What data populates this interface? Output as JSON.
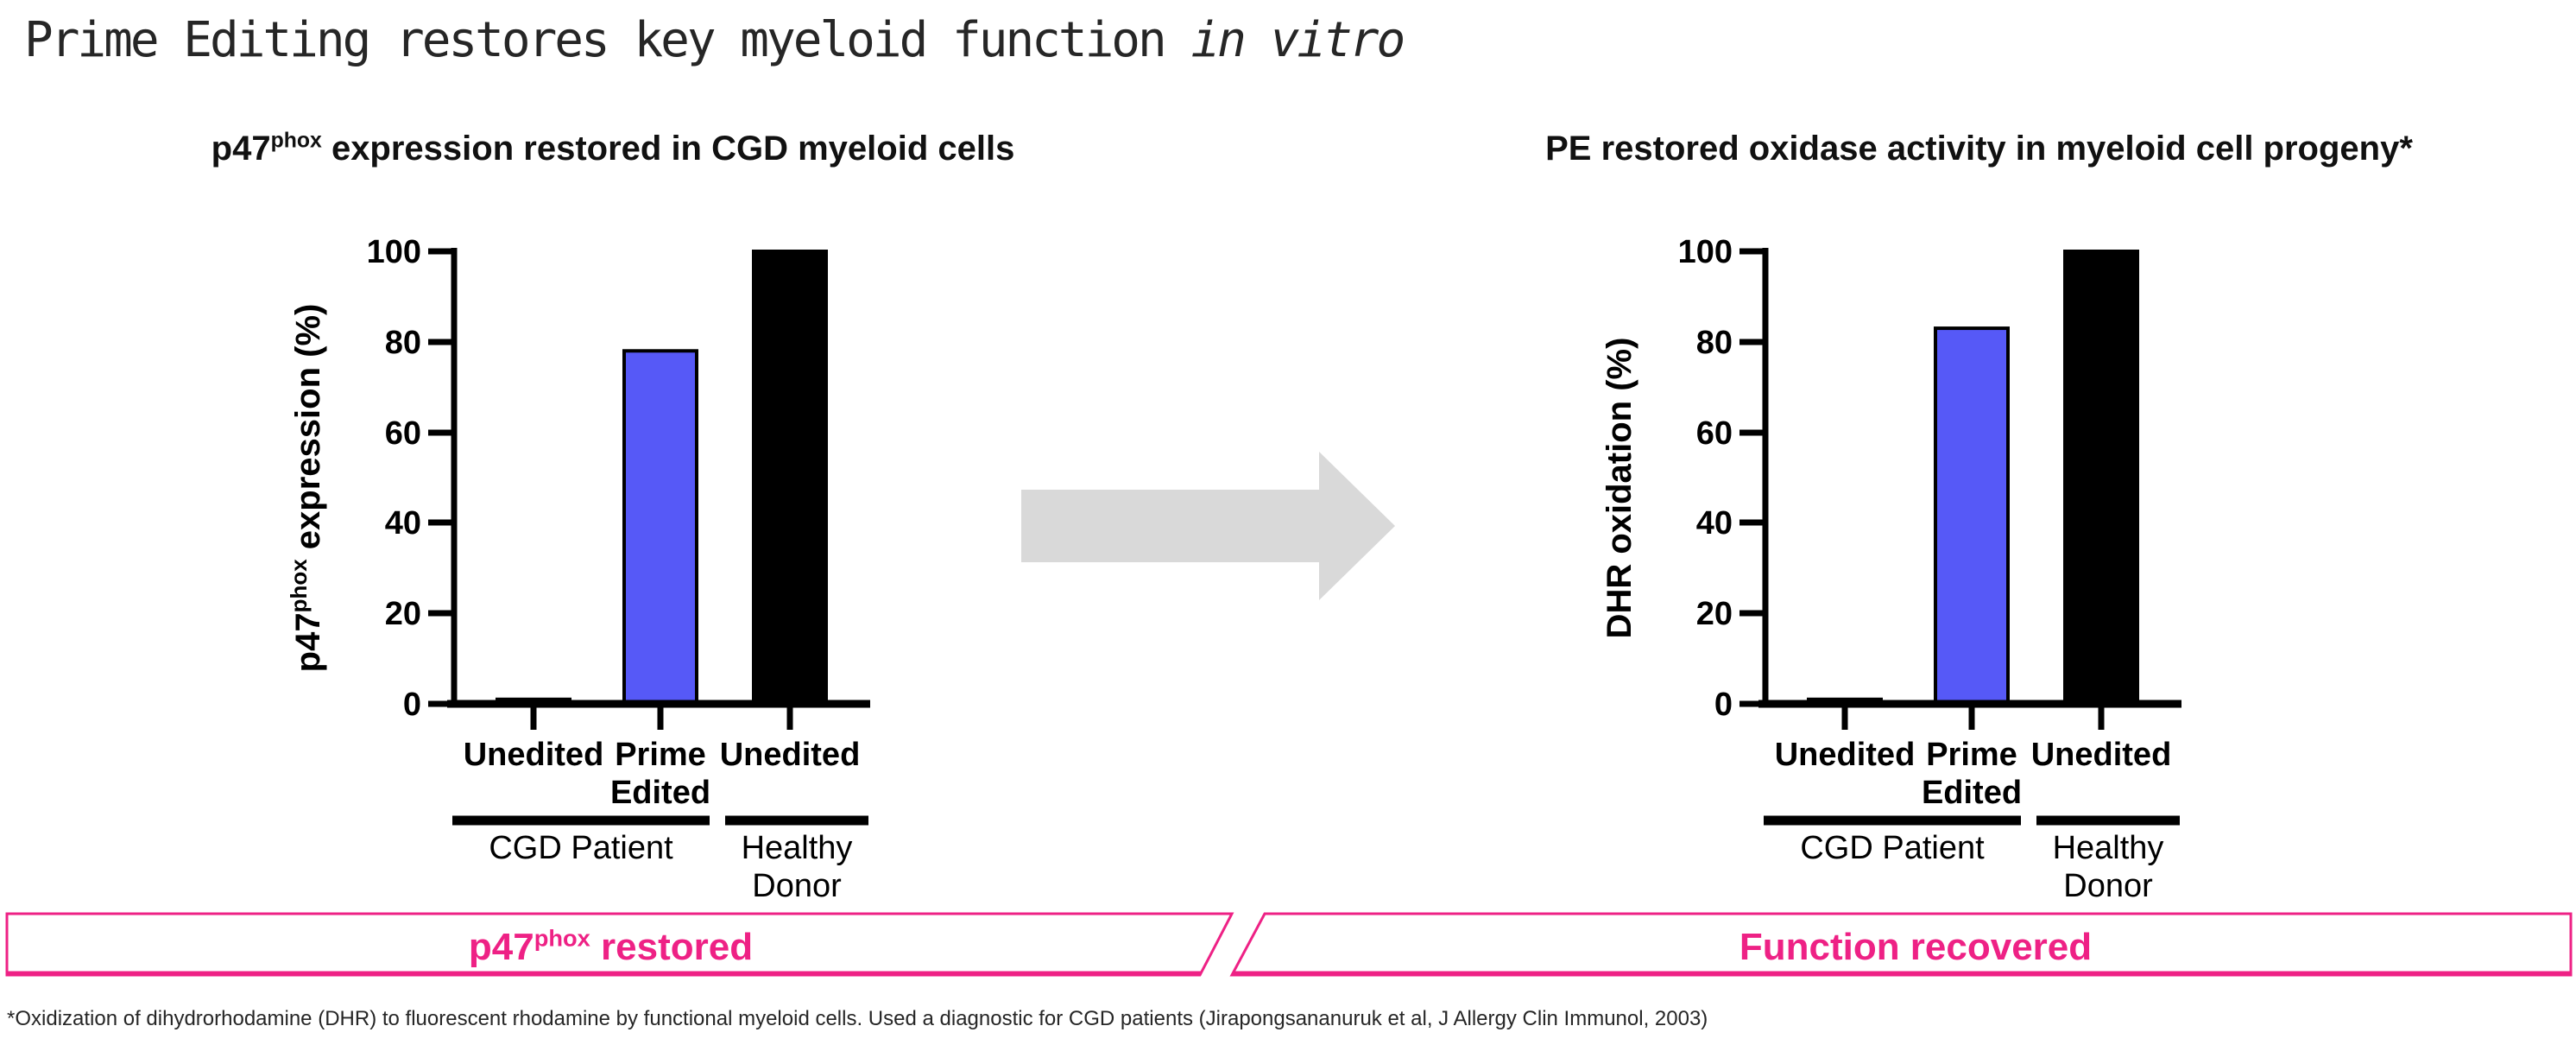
{
  "slide": {
    "title": {
      "main": "Prime Editing restores key myeloid function ",
      "italic": "in vitro"
    },
    "footnote": "*Oxidization of dihydrorhodamine (DHR) to fluorescent rhodamine by functional myeloid cells. Used a diagnostic for CGD patients (Jirapongsananuruk et al, J Allergy Clin Immunol, 2003)"
  },
  "colors": {
    "accent_pink": "#EE2185",
    "bar_blue": "#5659F7",
    "bar_black": "#000000",
    "arrow_gray": "#D9D9D9"
  },
  "left_panel": {
    "subtitle": {
      "pre": "p47",
      "sup": "phox",
      "post": " expression restored in CGD myeloid cells"
    },
    "banner": {
      "pre": "p47",
      "sup": "phox",
      "post": " restored"
    }
  },
  "right_panel": {
    "subtitle": {
      "pre": "PE restored oxidase activity in myeloid cell progeny*"
    },
    "banner": {
      "text": "Function recovered"
    }
  },
  "chart_data": [
    {
      "type": "bar",
      "title": "p47phox expression restored in CGD myeloid cells",
      "ylabel": {
        "pre": "p47",
        "sup": "phox",
        "post": " expression (%)"
      },
      "ylabel_full": "p47phox expression (%)",
      "ylim": [
        0,
        100
      ],
      "yticks": [
        0,
        20,
        40,
        60,
        80,
        100
      ],
      "categories": [
        [
          "Unedited"
        ],
        [
          "Prime",
          "Edited"
        ],
        [
          "Unedited"
        ]
      ],
      "values": [
        1,
        78,
        100
      ],
      "bar_colors": [
        "#333333",
        "#5659F7",
        "#000000"
      ],
      "groups": [
        {
          "lines": [
            "CGD Patient"
          ],
          "bars": [
            0,
            1
          ]
        },
        {
          "lines": [
            "Healthy",
            "Donor"
          ],
          "bars": [
            2
          ]
        }
      ],
      "legend": "none",
      "grid": false
    },
    {
      "type": "bar",
      "title": "PE restored oxidase activity in myeloid cell progeny*",
      "ylabel": {
        "pre": "DHR oxidation (%)",
        "sup": "",
        "post": ""
      },
      "ylabel_full": "DHR oxidation (%)",
      "ylim": [
        0,
        100
      ],
      "yticks": [
        0,
        20,
        40,
        60,
        80,
        100
      ],
      "categories": [
        [
          "Unedited"
        ],
        [
          "Prime",
          "Edited"
        ],
        [
          "Unedited"
        ]
      ],
      "values": [
        1,
        83,
        100
      ],
      "bar_colors": [
        "#23235A",
        "#5659F7",
        "#000000"
      ],
      "groups": [
        {
          "lines": [
            "CGD Patient"
          ],
          "bars": [
            0,
            1
          ]
        },
        {
          "lines": [
            "Healthy",
            "Donor"
          ],
          "bars": [
            2
          ]
        }
      ],
      "legend": "none",
      "grid": false
    }
  ]
}
